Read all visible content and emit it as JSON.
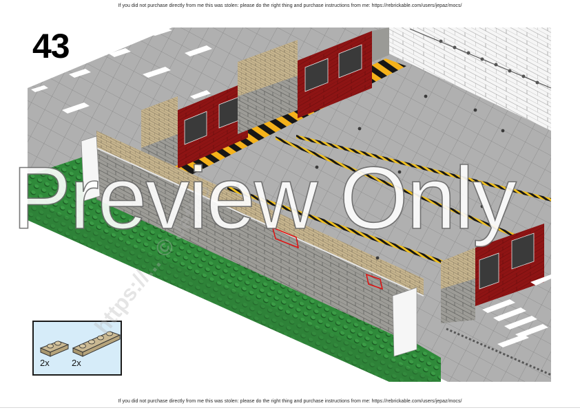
{
  "page": {
    "top_notice": "If you did not purchase directly from me this was stolen: please do the right thing and purchase instructions from me: https://rebrickable.com/users/jepaz/mocs/",
    "bottom_notice": "If you did not purchase directly from me this was stolen: please do the right thing and purchase instructions from me: https://rebrickable.com/users/jepaz/mocs/"
  },
  "step": {
    "number": "43"
  },
  "parts_callout": {
    "background": "#d6ecf9",
    "items": [
      {
        "name": "tan-plate-1x2",
        "quantity": "2x",
        "color": "#b8a67e"
      },
      {
        "name": "tan-plate-1x4",
        "quantity": "2x",
        "color": "#b8a67e"
      }
    ]
  },
  "watermarks": {
    "preview": "Preview Only",
    "diagonal": "https://... © Jeff P..."
  },
  "colors": {
    "baseplate_gray": "#a8a8a8",
    "tile_gray": "#b4b4b4",
    "wall_gray": "#9a9a96",
    "tan_brick": "#c9b892",
    "dark_red": "#8e1414",
    "hazard_yellow": "#f5b21a",
    "green_baseplate": "#2f8a3a",
    "white_wall": "#f4f4f4"
  }
}
